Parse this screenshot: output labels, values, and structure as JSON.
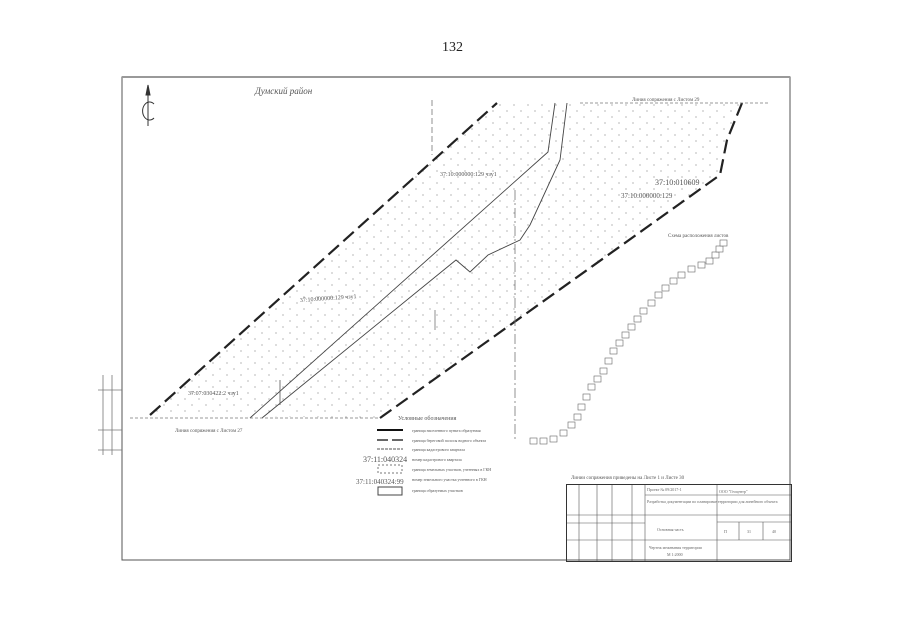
{
  "page_number": "132",
  "map": {
    "district_label": "Думский район",
    "match_line_top": "Линия сопряжения с Листом 29",
    "match_line_bottom": "Линия сопряжения с Листом 27",
    "parcels": [
      "37:10:000000:129 чзу1",
      "37:10:010609",
      "37:10:000000:129",
      "37:10:000000:129 чзу1",
      "37:07:030422:2 чзу1"
    ],
    "sheet_scheme_title": "Схема расположения листов",
    "note": "Линии сопряжения приведены на Листе 1 и Листе 30"
  },
  "legend": {
    "title": "Условные обозначения",
    "items": [
      {
        "sample": "",
        "label": "граница населенного пункта образуемая"
      },
      {
        "sample": "",
        "label": "граница береговой полосы водного объекта"
      },
      {
        "sample": "",
        "label": "граница кадастрового квартала"
      },
      {
        "sample": "37:11:040324",
        "label": "номер кадастрового квартала"
      },
      {
        "sample": "",
        "label": "граница земельных участков, учтенных в ГКН"
      },
      {
        "sample": "37:11:040324:99",
        "label": "номер земельного участка учтенного в ГКН"
      },
      {
        "sample": "",
        "label": "граница образуемых участков"
      }
    ]
  },
  "title_block": {
    "code": "Проект № 09/2017-1",
    "org": "ООО \"Геоцентр\"",
    "project": "Разработка документации по планировке территории для линейного объекта",
    "part": "Основная часть",
    "stage": "П",
    "sheet": "31",
    "sheets": "40",
    "drawing": "Чертеж межевания территории",
    "scale": "М 1:2000"
  }
}
